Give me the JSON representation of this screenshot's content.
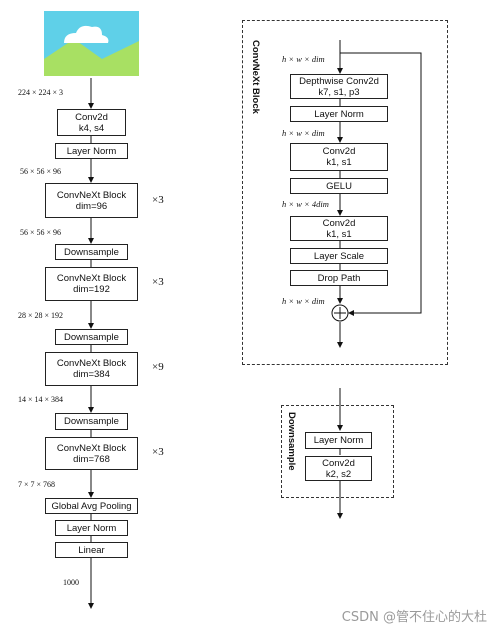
{
  "left": {
    "input_size": "224 × 224 × 3",
    "blocks": {
      "conv2d": "Conv2d",
      "conv2d_params": "k4, s4",
      "layernorm1": "Layer Norm",
      "stage1": "ConvNeXt Block",
      "stage1_dim": "dim=96",
      "down1": "Downsample",
      "stage2": "ConvNeXt Block",
      "stage2_dim": "dim=192",
      "down2": "Downsample",
      "stage3": "ConvNeXt Block",
      "stage3_dim": "dim=384",
      "down3": "Downsample",
      "stage4": "ConvNeXt Block",
      "stage4_dim": "dim=768",
      "gap": "Global Avg Pooling",
      "layernorm2": "Layer Norm",
      "linear": "Linear"
    },
    "dims": {
      "d1": "56 × 56 × 96",
      "d2": "56 × 56 × 96",
      "d3": "28 × 28 × 192",
      "d4": "14 × 14 × 384",
      "d5": "7 × 7 × 768",
      "out": "1000"
    },
    "repeats": {
      "r1": "×3",
      "r2": "×3",
      "r3": "×9",
      "r4": "×3"
    }
  },
  "convnext_block": {
    "title": "ConvNeXt Block",
    "in_label": "h × w × dim",
    "dwconv": "Depthwise Conv2d",
    "dwconv_params": "k7, s1, p3",
    "layernorm": "Layer Norm",
    "label2": "h × w × dim",
    "conv1": "Conv2d",
    "conv1_params": "k1, s1",
    "gelu": "GELU",
    "label3": "h × w × 4dim",
    "conv2": "Conv2d",
    "conv2_params": "k1, s1",
    "layerscale": "Layer Scale",
    "droppath": "Drop Path",
    "out_label": "h × w × dim"
  },
  "downsample": {
    "title": "Downsample",
    "layernorm": "Layer Norm",
    "conv": "Conv2d",
    "conv_params": "k2, s2"
  },
  "footer": "CSDN @管不住心的大杜",
  "colors": {
    "image_bg": "#5fd0e8",
    "mountain": "#a8e063",
    "cloud": "#ffffff"
  }
}
